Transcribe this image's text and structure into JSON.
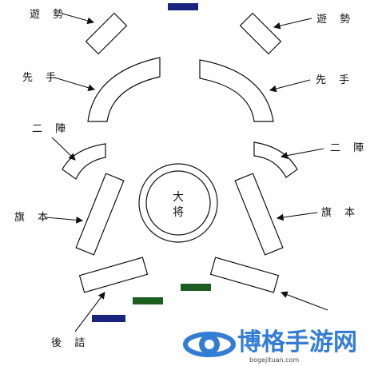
{
  "labels": {
    "left_top": "遊 勢",
    "right_top": "遊 勢",
    "left_sente": "先 手",
    "right_sente": "先 手",
    "left_nijin": "二 陣",
    "right_nijin": "二 陣",
    "left_hatamoto": "旗 本",
    "right_hatamoto": "旗 本",
    "rear": "後 詰",
    "center_line1": "大",
    "center_line2": "将"
  },
  "colors": {
    "outline": "#111111",
    "marker_blue": "#1a237e",
    "marker_green": "#1b5e20",
    "watermark": "#1f6fd1"
  },
  "watermark": {
    "title": "博格手游网",
    "url": "bogejituan.com"
  }
}
